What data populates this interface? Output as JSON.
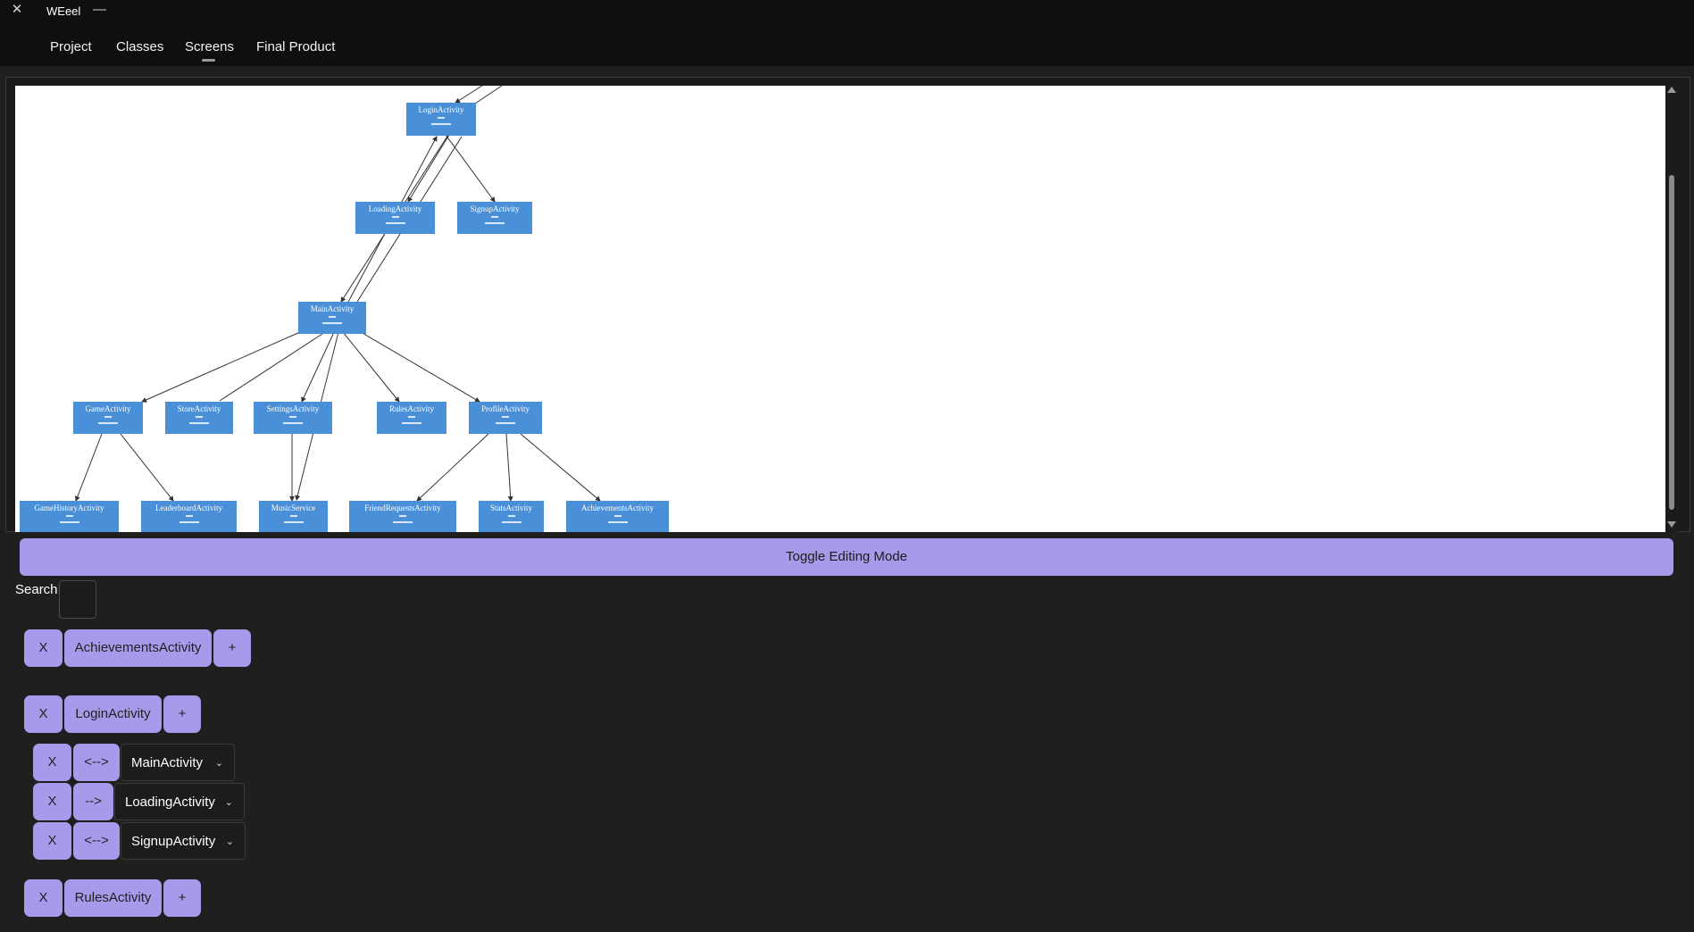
{
  "window": {
    "title": "WEeel",
    "close_glyph": "✕",
    "minimize_glyph": "—"
  },
  "nav": {
    "tabs": [
      "Project",
      "Classes",
      "Screens",
      "Final Product"
    ],
    "active": "Screens"
  },
  "diagram": {
    "nodes": {
      "login": "LoginActivity",
      "loading": "LoadingActivity",
      "signup": "SignupActivity",
      "main": "MainActivity",
      "game": "GameActivity",
      "store": "StoreActivity",
      "settings": "SettingsActivity",
      "rules": "RulesActivity",
      "profile": "ProfileActivity",
      "gamehistory": "GameHistoryActivity",
      "leaderboard": "LeaderboardActivity",
      "music": "MusicService",
      "friendrequests": "FriendRequestsActivity",
      "stats": "StatsActivity",
      "achievements": "AchievementsActivity"
    }
  },
  "toggle_label": "Toggle Editing Mode",
  "search": {
    "label": "Search:",
    "value": ""
  },
  "screens": [
    {
      "remove": "X",
      "name": "AchievementsActivity",
      "add": "+"
    },
    {
      "remove": "X",
      "name": "LoginActivity",
      "add": "+",
      "links": [
        {
          "remove": "X",
          "arrow": "<-->",
          "target": "MainActivity"
        },
        {
          "remove": "X",
          "arrow": "-->",
          "target": "LoadingActivity"
        },
        {
          "remove": "X",
          "arrow": "<-->",
          "target": "SignupActivity"
        }
      ]
    },
    {
      "remove": "X",
      "name": "RulesActivity",
      "add": "+"
    }
  ],
  "colors": {
    "accent": "#a899ea",
    "node": "#4a90d9",
    "background": "#1f1f1f"
  }
}
